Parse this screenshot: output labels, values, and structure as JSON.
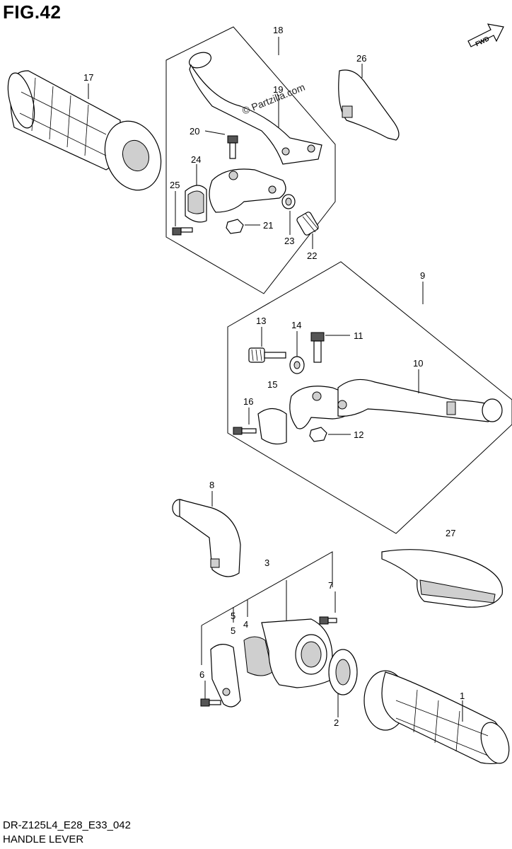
{
  "figure": {
    "title": "FIG.42",
    "model_code": "DR-Z125L4_E28_E33_042",
    "section_title": "HANDLE LEVER",
    "watermark": "© Partzilla.com",
    "fwd_label": "FWD"
  },
  "parts": [
    {
      "id": "p1",
      "label": "1"
    },
    {
      "id": "p2",
      "label": "2"
    },
    {
      "id": "p3",
      "label": "3"
    },
    {
      "id": "p4",
      "label": "4"
    },
    {
      "id": "p5",
      "label": "5"
    },
    {
      "id": "p6",
      "label": "6"
    },
    {
      "id": "p7",
      "label": "7"
    },
    {
      "id": "p8",
      "label": "8"
    },
    {
      "id": "p9",
      "label": "9"
    },
    {
      "id": "p10",
      "label": "10"
    },
    {
      "id": "p11",
      "label": "11"
    },
    {
      "id": "p12",
      "label": "12"
    },
    {
      "id": "p13",
      "label": "13"
    },
    {
      "id": "p14",
      "label": "14"
    },
    {
      "id": "p15",
      "label": "15"
    },
    {
      "id": "p16",
      "label": "16"
    },
    {
      "id": "p17",
      "label": "17"
    },
    {
      "id": "p18",
      "label": "18"
    },
    {
      "id": "p19",
      "label": "19"
    },
    {
      "id": "p20",
      "label": "20"
    },
    {
      "id": "p21",
      "label": "21"
    },
    {
      "id": "p22",
      "label": "22"
    },
    {
      "id": "p23",
      "label": "23"
    },
    {
      "id": "p24",
      "label": "24"
    },
    {
      "id": "p25",
      "label": "25"
    },
    {
      "id": "p26",
      "label": "26"
    },
    {
      "id": "p27",
      "label": "27"
    }
  ]
}
